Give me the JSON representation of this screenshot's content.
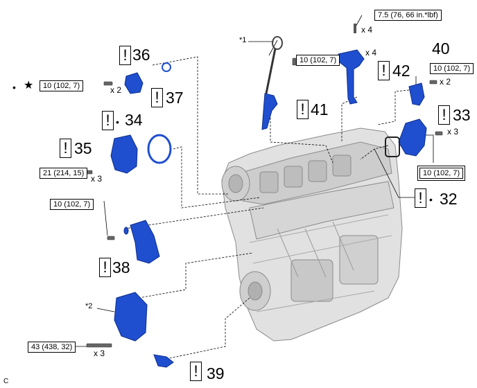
{
  "parts": {
    "p32": {
      "number": "32",
      "marks": "•"
    },
    "p33": {
      "number": "33"
    },
    "p34": {
      "number": "34",
      "marks": "•"
    },
    "p35": {
      "number": "35"
    },
    "p36": {
      "number": "36"
    },
    "p37": {
      "number": "37"
    },
    "p38": {
      "number": "38"
    },
    "p39": {
      "number": "39"
    },
    "p40": {
      "number": "40"
    },
    "p41": {
      "number": "41"
    },
    "p42": {
      "number": "42"
    }
  },
  "warning_symbol": "!",
  "torques": {
    "t1": "7.5 (76, 66 in.*lbf)",
    "t2": "10 (102, 7)",
    "t3": "10 (102, 7)",
    "t4": "10 (102, 7)",
    "t5": "21 (214, 15)",
    "t6": "10 (102, 7)",
    "t7": "10 (102, 7)",
    "t8": "43 (438, 32)"
  },
  "quantities": {
    "q1": "x 4",
    "q2": "x 4",
    "q3": "x 2",
    "q4": "x 2",
    "q5": "x 3",
    "q6": "x 3",
    "q7": "x 3"
  },
  "callouts": {
    "c1": "*1",
    "c2": "*2"
  },
  "legend_marks": {
    "dot": "•",
    "star": "★"
  },
  "corner_label": "C",
  "colors": {
    "part_blue": "#1f4fcf",
    "part_dark": "#0d2d8a",
    "engine": "#dcdcdc",
    "line": "#000000"
  }
}
